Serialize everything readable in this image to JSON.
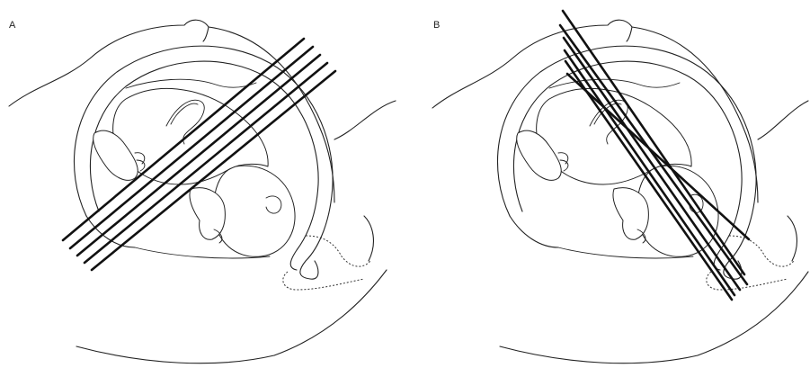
{
  "panels": [
    {
      "id": "A",
      "label": "A"
    },
    {
      "id": "B",
      "label": "B"
    }
  ]
}
